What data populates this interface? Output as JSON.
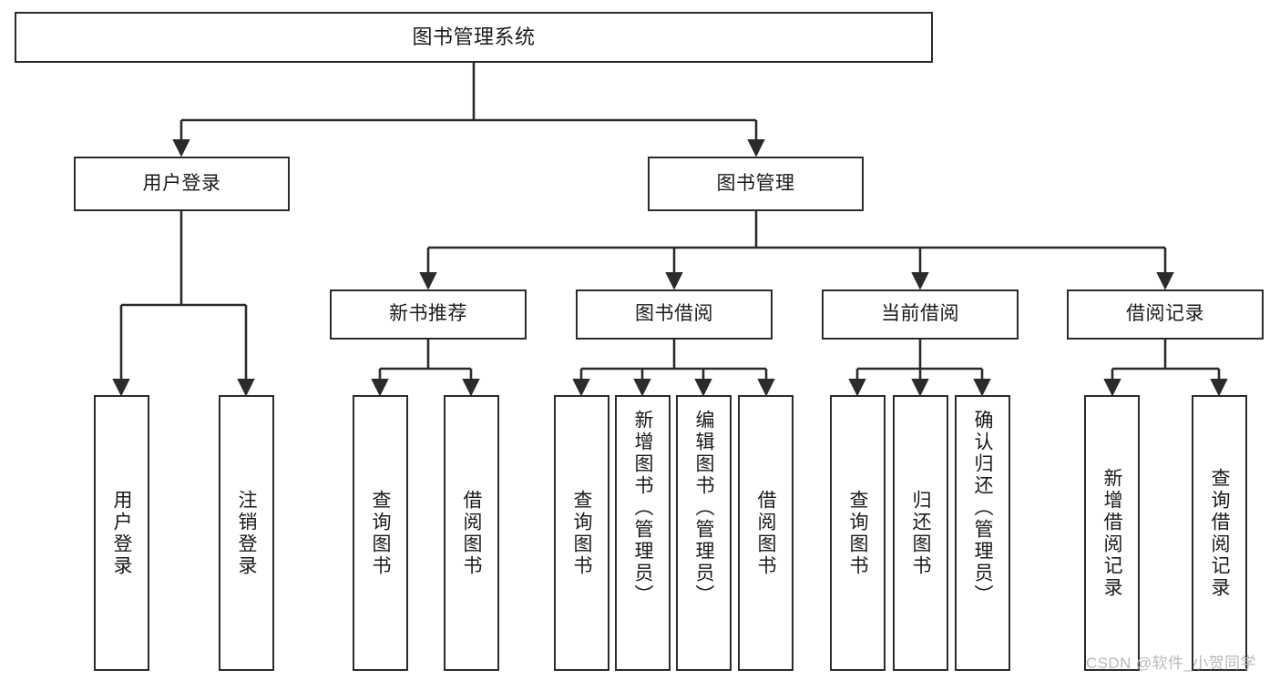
{
  "diagram": {
    "type": "tree",
    "title": "图书管理系统",
    "orientation": "top-down",
    "line_color": "#2b2b2b",
    "box_fill": "#ffffff",
    "text_color": "#1a1a1a",
    "nodes": {
      "root": {
        "label": "图书管理系统"
      },
      "level2": [
        {
          "id": "user-login",
          "label": "用户登录"
        },
        {
          "id": "book-manage",
          "label": "图书管理"
        }
      ],
      "level3": [
        {
          "id": "new-book-rec",
          "label": "新书推荐"
        },
        {
          "id": "book-borrow",
          "label": "图书借阅"
        },
        {
          "id": "current-borrow",
          "label": "当前借阅"
        },
        {
          "id": "borrow-record",
          "label": "借阅记录"
        }
      ],
      "leaves": [
        {
          "id": "leaf-user-login",
          "label": "用户登录"
        },
        {
          "id": "leaf-logout-login",
          "label": "注销登录"
        },
        {
          "id": "leaf-query-book-1",
          "label": "查询图书"
        },
        {
          "id": "leaf-borrow-book-1",
          "label": "借阅图书"
        },
        {
          "id": "leaf-query-book-2",
          "label": "查询图书"
        },
        {
          "id": "leaf-add-book",
          "label": "新增图书（管理员）"
        },
        {
          "id": "leaf-edit-book",
          "label": "编辑图书（管理员）"
        },
        {
          "id": "leaf-borrow-book-2",
          "label": "借阅图书"
        },
        {
          "id": "leaf-query-book-3",
          "label": "查询图书"
        },
        {
          "id": "leaf-return-book",
          "label": "归还图书"
        },
        {
          "id": "leaf-confirm-return",
          "label": "确认归还（管理员）"
        },
        {
          "id": "leaf-add-record",
          "label": "新增借阅记录"
        },
        {
          "id": "leaf-query-record",
          "label": "查询借阅记录"
        }
      ]
    }
  },
  "watermark": {
    "text": "CSDN @软件_小贺同学"
  }
}
